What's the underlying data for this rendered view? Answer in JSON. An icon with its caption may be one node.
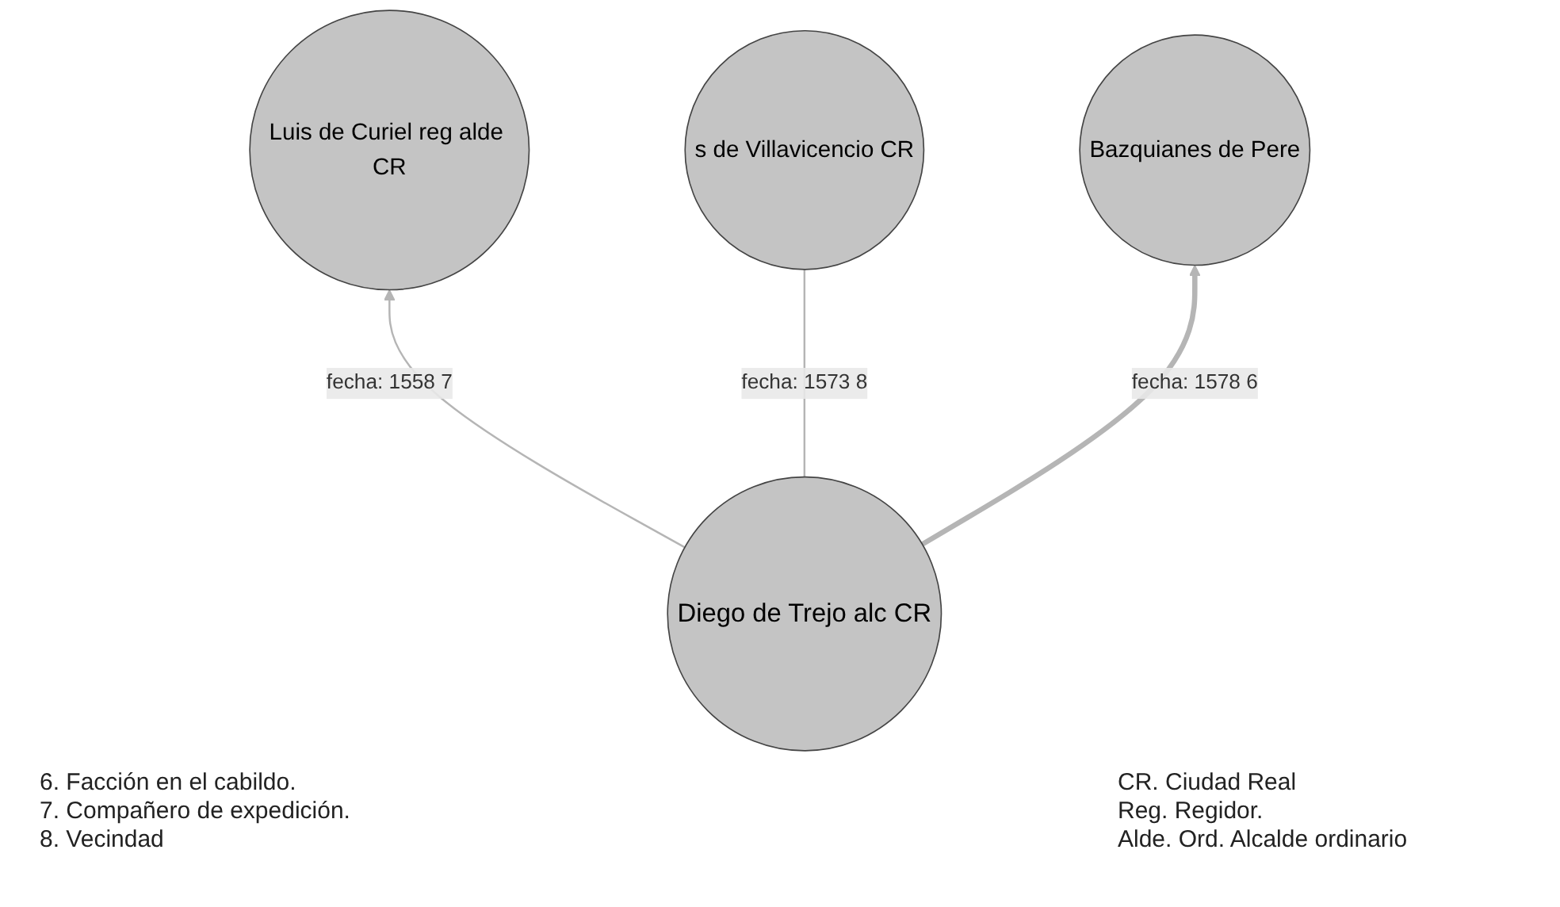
{
  "diagram": {
    "nodes": [
      {
        "text": [
          "Luis de Curiel reg alde CR"
        ]
      },
      {
        "text": [
          "s de Villavicencio CR"
        ]
      },
      {
        "text": [
          "Bazquianes de Pere"
        ]
      },
      {
        "text": [
          "Diego de Trejo alc CR"
        ]
      }
    ],
    "edges": [
      {
        "from": 3,
        "to": 0,
        "arrow": "to",
        "label": "fecha: 1558 7"
      },
      {
        "from": 3,
        "to": 1,
        "arrow": "none",
        "label": "fecha: 1573 8"
      },
      {
        "from": 3,
        "to": 2,
        "arrow": "to",
        "label": "fecha: 1578 6",
        "style": "thick"
      }
    ],
    "labels": [
      "6. Facción en el cabildo.",
      "7. Compañero de expedición.",
      "8. Vecindad",
      "CR. Ciudad Real",
      "Reg. Regidor.",
      "Alde. Ord. Alcalde ordinario"
    ]
  }
}
